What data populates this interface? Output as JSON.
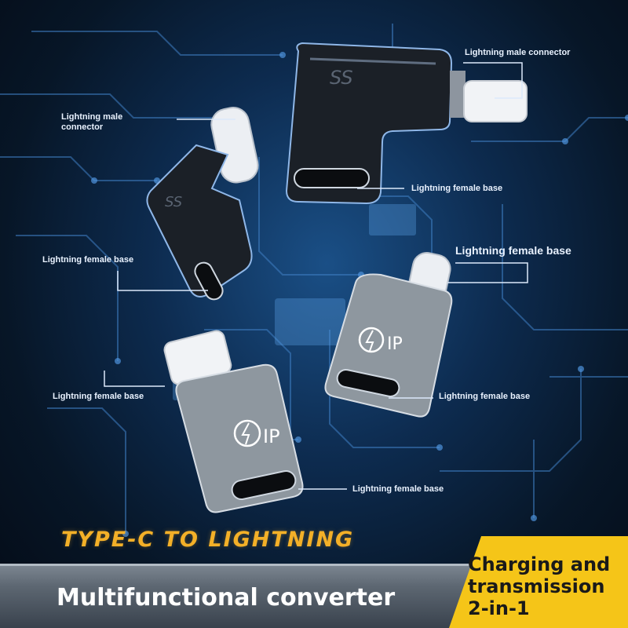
{
  "callouts": {
    "top_right_connector": "Lightning male connector",
    "top_left_connector": "Lightning male connector",
    "top_right_base": "Lightning female base",
    "top_left_base": "Lightning female base",
    "mid_right_top": "Lightning female base",
    "mid_left": "Lightning female base",
    "mid_right_base": "Lightning female base",
    "bottom_base": "Lightning female base"
  },
  "product": {
    "shell_logo": "SS",
    "badge_text": "IP"
  },
  "banner": {
    "headline": "TYPE-C TO LIGHTNING",
    "subheadline": "Multifunctional converter",
    "tab_lines": [
      "Charging and",
      "transmission",
      "2-in-1"
    ]
  },
  "colors": {
    "accent_yellow": "#f5c518",
    "headline_orange": "#f3b028",
    "background_navy": "#0d2b4f"
  }
}
